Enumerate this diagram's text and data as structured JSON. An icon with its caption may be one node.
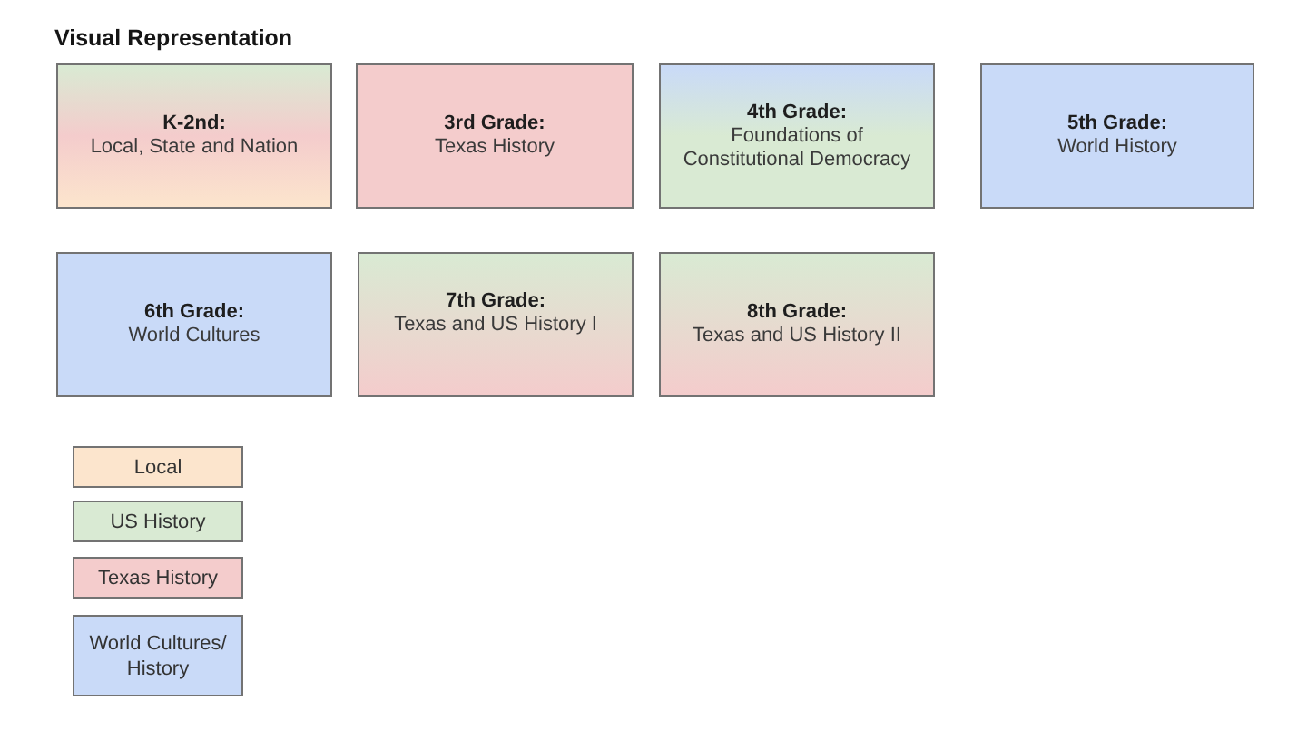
{
  "diagram": {
    "title": "Visual Representation",
    "nodes": [
      {
        "text": [
          "K-2nd:",
          "Local, State and Nation"
        ]
      },
      {
        "text": [
          "3rd Grade:",
          "Texas History"
        ]
      },
      {
        "text": [
          "4th Grade:",
          "Foundations of Constitutional Democracy"
        ]
      },
      {
        "text": [
          "5th Grade:",
          "World History"
        ]
      },
      {
        "text": [
          "6th Grade:",
          "World Cultures"
        ]
      },
      {
        "text": [
          "7th Grade:",
          "Texas and US History I"
        ]
      },
      {
        "text": [
          "8th Grade:",
          "Texas and US History II"
        ]
      }
    ],
    "legend": [
      {
        "text": "Local",
        "color": "#fce5cd"
      },
      {
        "text": "US History",
        "color": "#d9ead3"
      },
      {
        "text": "Texas History",
        "color": "#f4cccc"
      },
      {
        "text": "World Cultures/ History",
        "color": "#c9daf8"
      }
    ]
  }
}
